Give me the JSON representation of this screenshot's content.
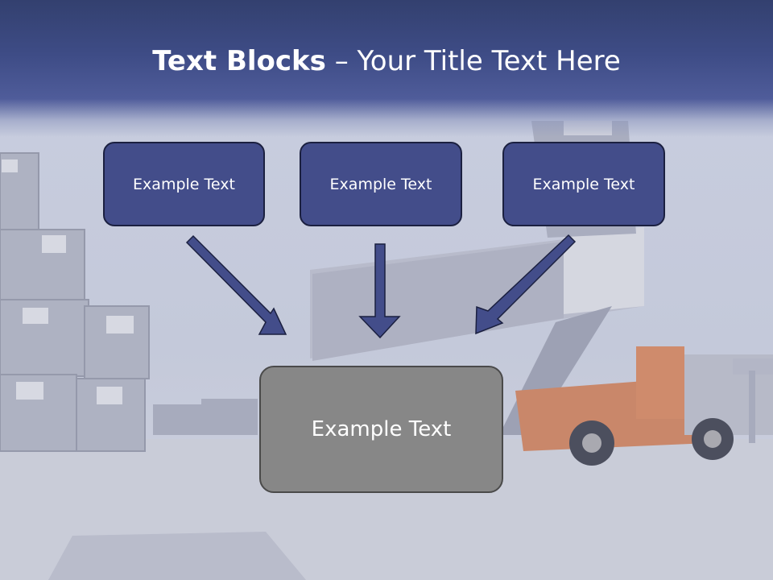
{
  "title": {
    "bold_text": "Text Blocks",
    "separator": " – ",
    "rest_text": "Your Title Text Here"
  },
  "blocks": [
    {
      "label": "Example Text"
    },
    {
      "label": "Example Text"
    },
    {
      "label": "Example Text"
    }
  ],
  "main_block": {
    "label": "Example Text"
  },
  "colors": {
    "title_band": "#3e4c86",
    "block_fill": "#434d8a",
    "block_border": "#1b2040",
    "main_fill": "#878787",
    "arrow_fill": "#434d8a"
  },
  "icons": {
    "arrow_left": "diagonal-arrow-down-right-icon",
    "arrow_center": "arrow-down-icon",
    "arrow_right": "diagonal-arrow-down-left-icon"
  }
}
